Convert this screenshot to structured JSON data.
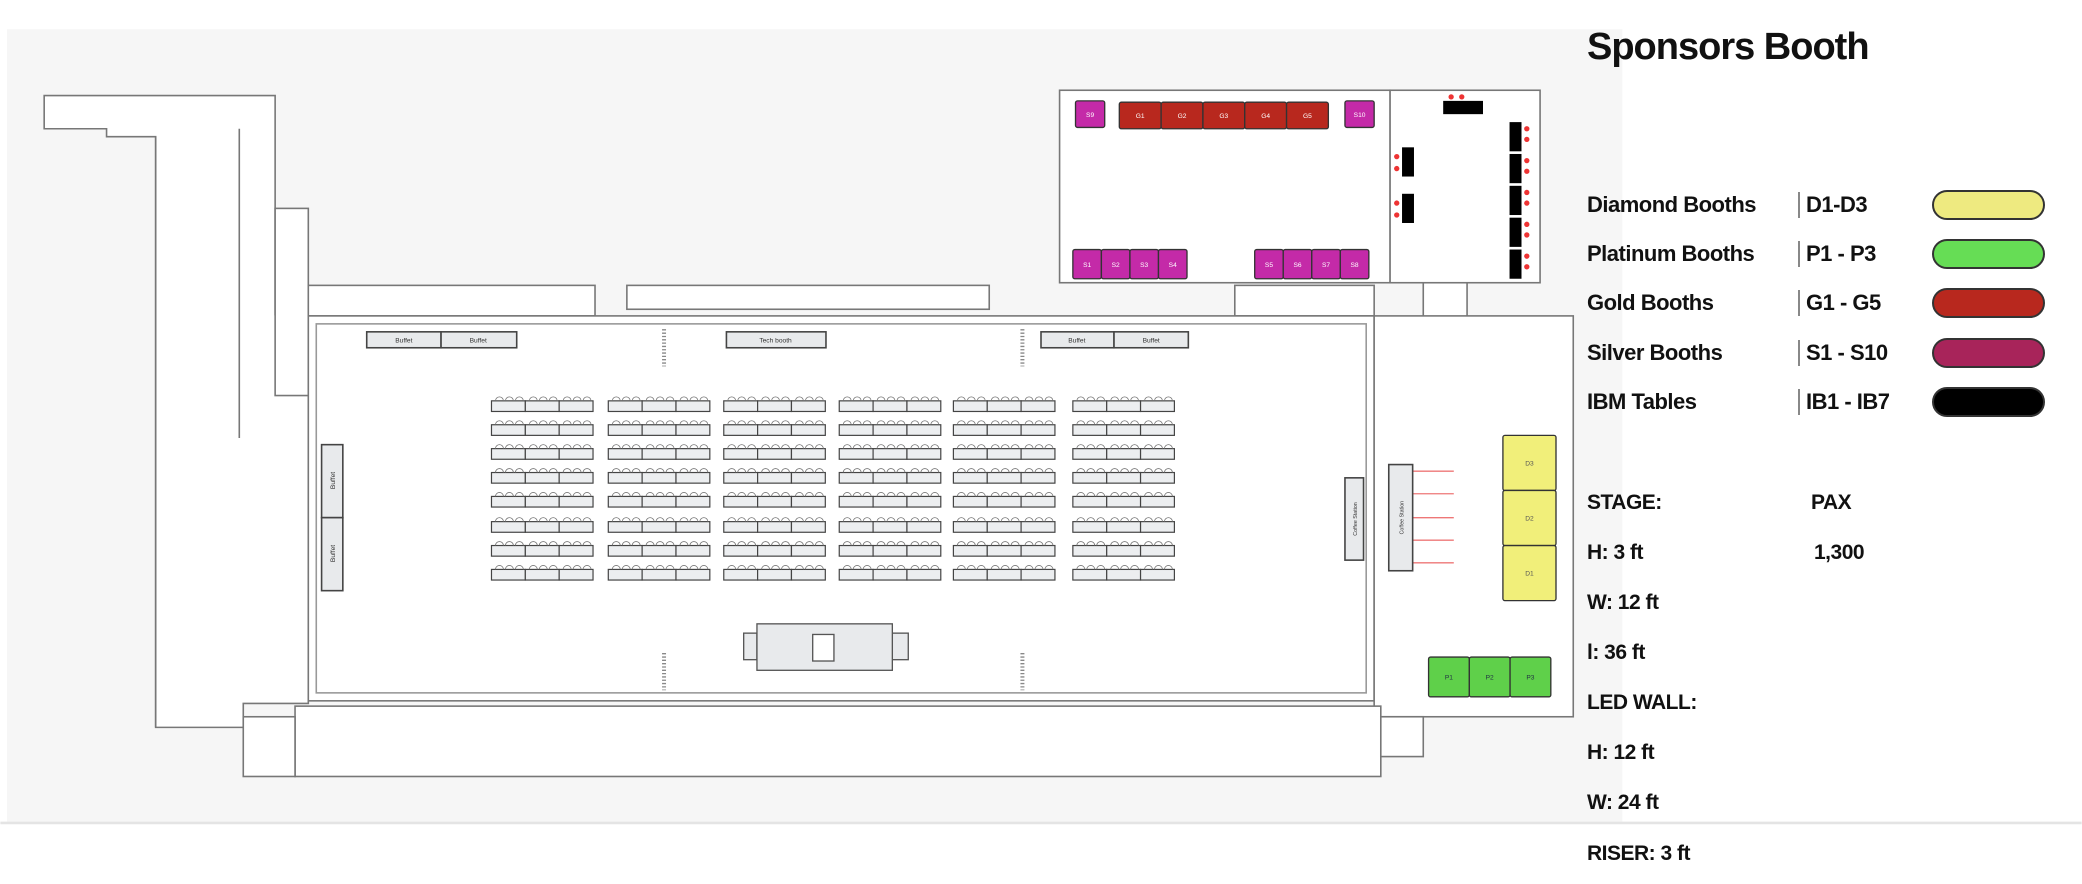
{
  "title": "Sponsors Booth",
  "legend": [
    {
      "label": "Diamond Booths",
      "range": "D1-D3",
      "color": "#eeea80"
    },
    {
      "label": "Platinum Booths",
      "range": "P1 - P3",
      "color": "#66dd55"
    },
    {
      "label": "Gold Booths",
      "range": "G1 - G5",
      "color": "#b8281e"
    },
    {
      "label": "Silver Booths",
      "range": "S1 - S10",
      "color": "#a8245a"
    },
    {
      "label": "IBM Tables",
      "range": "IB1 - IB7",
      "color": "#000000"
    }
  ],
  "specs": {
    "stage_heading": "STAGE:",
    "stage_h": "H: 3 ft",
    "stage_w": "W:  12 ft",
    "stage_l": "l: 36 ft",
    "led_heading": "LED WALL:",
    "led_h": "H: 12 ft",
    "led_w": "W: 24 ft",
    "riser": "RISER: 3 ft",
    "pax_label": "PAX",
    "pax_value": "1,300"
  },
  "floorplan": {
    "gold_booths": [
      "G1",
      "G2",
      "G3",
      "G4",
      "G5"
    ],
    "silver_top": [
      "S9",
      "S10"
    ],
    "silver_bottom": [
      "S1",
      "S2",
      "S3",
      "S4",
      "S5",
      "S6",
      "S7",
      "S8"
    ],
    "diamond_booths": [
      "D1",
      "D2",
      "D3"
    ],
    "platinum_booths": [
      "P1",
      "P2",
      "P3"
    ],
    "buffet_label": "Buffet",
    "tech_booth_label": "Tech booth",
    "coffee_label": "Coffee Station",
    "silver_color": "#c42aa8",
    "gold_color": "#b8281e",
    "diamond_color": "#f1ef7a",
    "platinum_color": "#5fd04a"
  }
}
